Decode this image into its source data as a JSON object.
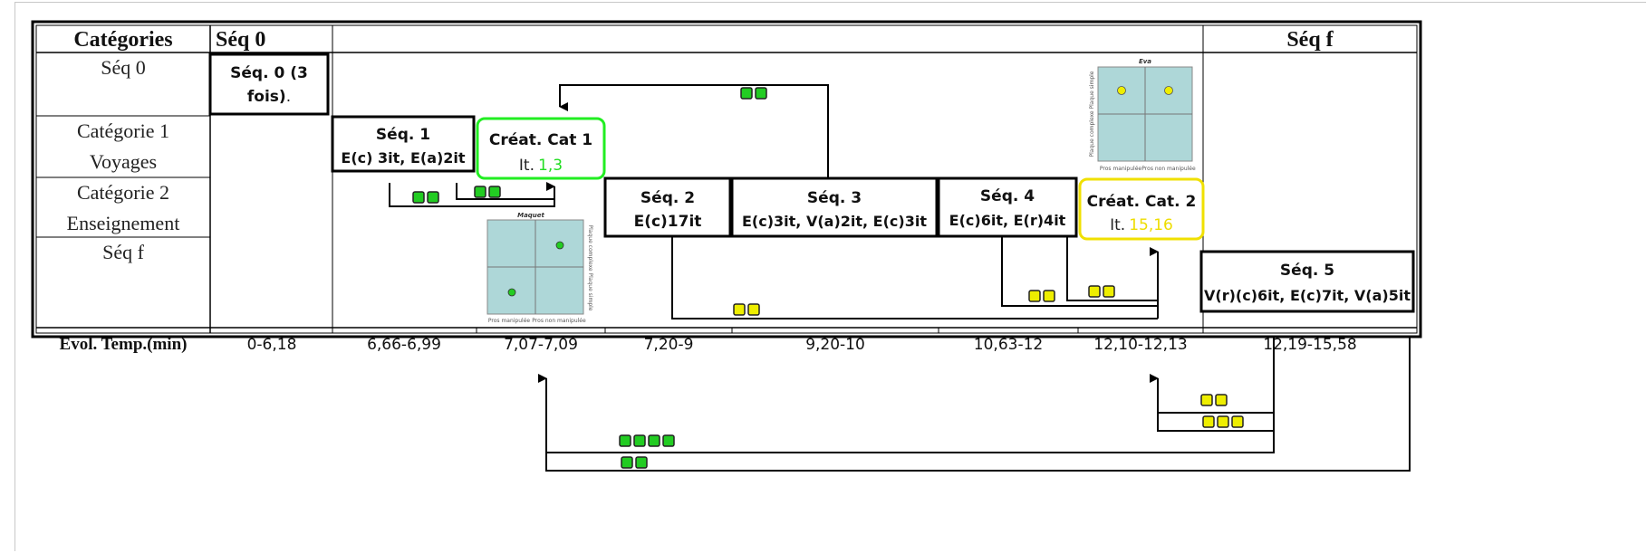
{
  "table": {
    "header_categories": "Catégories",
    "header_seq0": "Séq 0",
    "header_seqf": "Séq f",
    "rows": {
      "seq0": "Séq 0",
      "cat1_line1": "Catégorie 1",
      "cat1_line2": "Voyages",
      "cat2_line1": "Catégorie 2",
      "cat2_line2": "Enseignement",
      "seqf": "Séq f"
    },
    "time_label": "Evol. Temp.(min)",
    "times": [
      "0-6,18",
      "6,66-6,99",
      "7,07-7,09",
      "7,20-9",
      "9,20-10",
      "10,63-12",
      "12,10-12,13",
      "12,19-15,58"
    ]
  },
  "boxes": {
    "seq0": {
      "line1": "Séq. 0 (3",
      "line2_a": "fois)",
      "line2_b": "."
    },
    "seq1": {
      "line1": "Séq. 1",
      "line2": "E(c) 3it, E(a)2it"
    },
    "creat1": {
      "line1": "Créat. Cat 1",
      "it_prefix": "It.",
      "it_value": "1,3",
      "border": "#22ee22",
      "value_color": "#22dd22"
    },
    "seq2": {
      "line1": "Séq. 2",
      "line2": "E(c)17it"
    },
    "seq3": {
      "line1": "Séq. 3",
      "line2": "E(c)3it, V(a)2it, E(c)3it"
    },
    "seq4": {
      "line1": "Séq. 4",
      "line2": "E(c)6it, E(r)4it"
    },
    "creat2": {
      "line1": "Créat. Cat. 2",
      "it_prefix": "It.",
      "it_value": "15,16",
      "border": "#f0e000",
      "value_color": "#eedd00"
    },
    "seq5": {
      "line1": "Séq. 5",
      "line2": "V(r)(c)6it, E(c)7it, V(a)5it"
    }
  },
  "maps": {
    "maquette": {
      "title": "Maquet",
      "bottom_left": "Pros manipulée",
      "bottom_right": "Pros non manipulée",
      "side": "Plaque complexe  Plaque simple"
    },
    "eva": {
      "title": "Eva",
      "bottom_left": "Pros manipulée",
      "bottom_right": "Pros non manipulée",
      "side": "Plaque complexe  Plaque simple"
    }
  },
  "colors": {
    "green_marker": "#22cc22",
    "yellow_marker": "#eeee00",
    "map_fill": "#aed7d8"
  }
}
